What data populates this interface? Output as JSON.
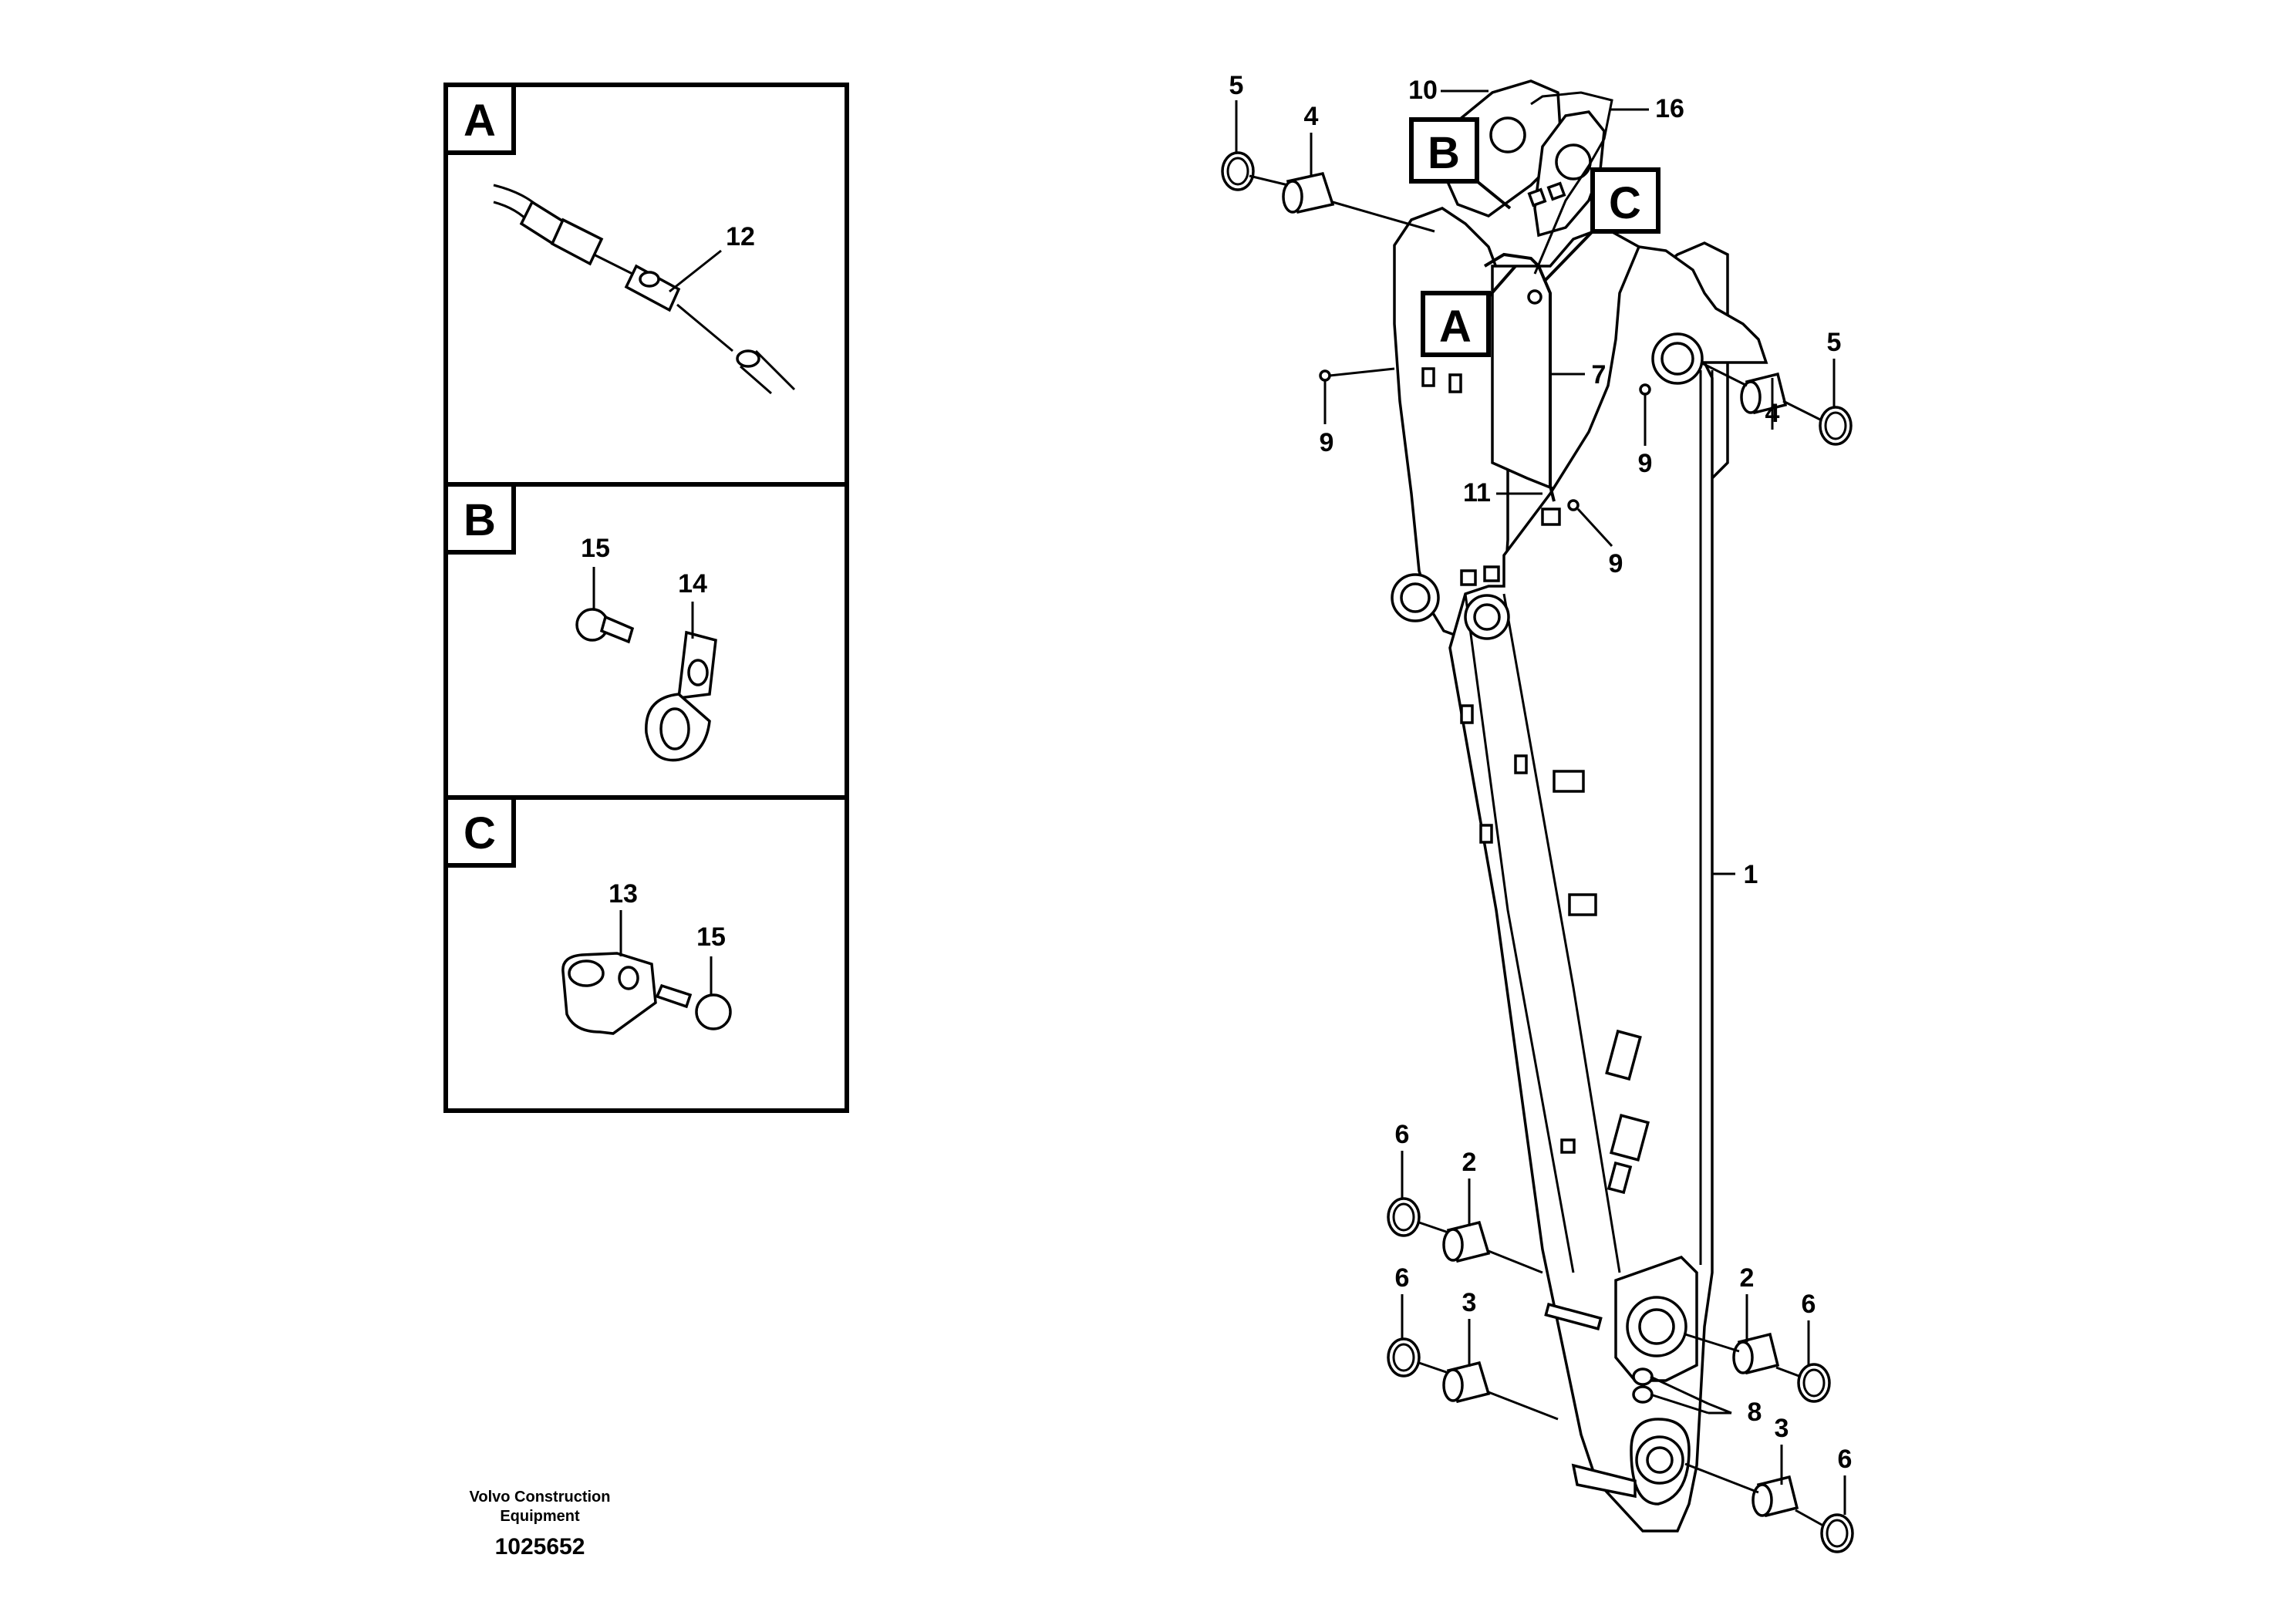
{
  "detail_panels": [
    {
      "tag": "A",
      "callouts": [
        "12"
      ]
    },
    {
      "tag": "B",
      "callouts": [
        "15",
        "14"
      ]
    },
    {
      "tag": "C",
      "callouts": [
        "13",
        "15"
      ]
    }
  ],
  "main_view": {
    "view_tags": [
      "B",
      "C",
      "A"
    ],
    "callouts": {
      "c1": "1",
      "c2a": "2",
      "c2b": "2",
      "c3a": "3",
      "c3b": "3",
      "c4a": "4",
      "c4b": "4",
      "c5a": "5",
      "c5b": "5",
      "c6a": "6",
      "c6b": "6",
      "c6c": "6",
      "c6d": "6",
      "c7": "7",
      "c8": "8",
      "c9a": "9",
      "c9b": "9",
      "c9c": "9",
      "c10": "10",
      "c11": "11",
      "c16": "16"
    }
  },
  "footer": {
    "manufacturer_line1": "Volvo Construction",
    "manufacturer_line2": "Equipment",
    "drawing_number": "1025652"
  }
}
